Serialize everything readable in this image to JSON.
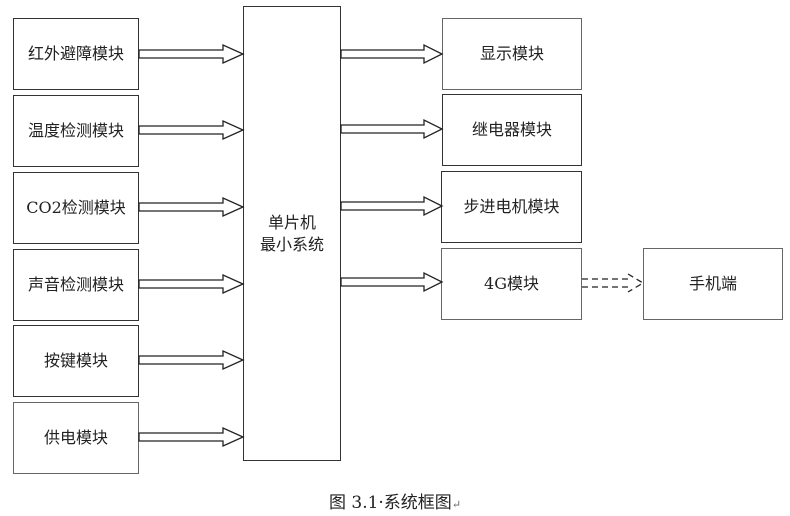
{
  "diagram": {
    "inputs": [
      {
        "id": "ir",
        "label": "红外避障模块"
      },
      {
        "id": "temp",
        "label": "温度检测模块"
      },
      {
        "id": "co2",
        "label": "CO2检测模块"
      },
      {
        "id": "sound",
        "label": "声音检测模块"
      },
      {
        "id": "key",
        "label": "按键模块"
      },
      {
        "id": "power",
        "label": "供电模块"
      }
    ],
    "center": {
      "line1": "单片机",
      "line2": "最小系统"
    },
    "outputs": [
      {
        "id": "display",
        "label": "显示模块"
      },
      {
        "id": "relay",
        "label": "继电器模块"
      },
      {
        "id": "stepper",
        "label": "步进电机模块"
      },
      {
        "id": "4g",
        "label": "4G模块"
      }
    ],
    "remote": {
      "id": "phone",
      "label": "手机端"
    },
    "edges": [
      {
        "from": "ir",
        "to": "mcu",
        "style": "hollow-arrow"
      },
      {
        "from": "temp",
        "to": "mcu",
        "style": "hollow-arrow"
      },
      {
        "from": "co2",
        "to": "mcu",
        "style": "hollow-arrow"
      },
      {
        "from": "sound",
        "to": "mcu",
        "style": "hollow-arrow"
      },
      {
        "from": "key",
        "to": "mcu",
        "style": "hollow-arrow"
      },
      {
        "from": "power",
        "to": "mcu",
        "style": "hollow-arrow"
      },
      {
        "from": "mcu",
        "to": "display",
        "style": "hollow-arrow"
      },
      {
        "from": "mcu",
        "to": "relay",
        "style": "hollow-arrow"
      },
      {
        "from": "mcu",
        "to": "stepper",
        "style": "hollow-arrow"
      },
      {
        "from": "mcu",
        "to": "4g",
        "style": "hollow-arrow"
      },
      {
        "from": "4g",
        "to": "phone",
        "style": "dashed-arrow"
      }
    ]
  },
  "caption": {
    "text": "图 3.1·系统框图",
    "mark": "↵"
  }
}
